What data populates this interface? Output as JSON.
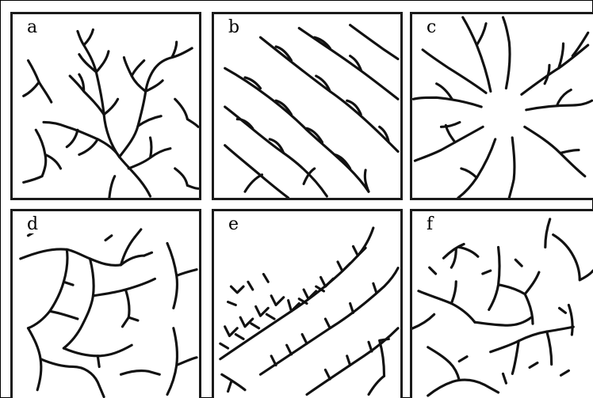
{
  "panels": [
    {
      "label": "a",
      "pattern": "dendritic"
    },
    {
      "label": "b",
      "pattern": "parallel"
    },
    {
      "label": "c",
      "pattern": "radial"
    },
    {
      "label": "d",
      "pattern": "rectangular"
    },
    {
      "label": "e",
      "pattern": "trellis"
    },
    {
      "label": "f",
      "pattern": "deranged"
    }
  ]
}
